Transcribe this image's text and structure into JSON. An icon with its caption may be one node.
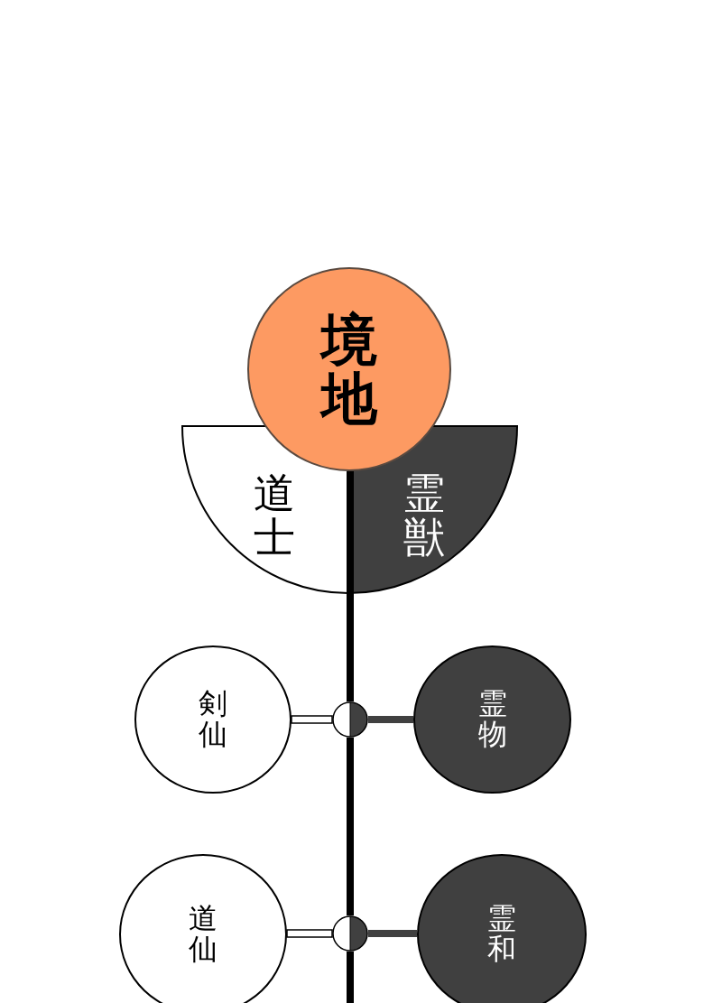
{
  "diagram": {
    "nodes": [
      {
        "text": [
          "境地"
        ]
      },
      {
        "text": [
          "道士"
        ]
      },
      {
        "text": [
          "霊獣"
        ]
      },
      {
        "text": [
          "剣仙"
        ]
      },
      {
        "text": [],
        "shape": "circle"
      },
      {
        "text": [
          "霊物"
        ]
      },
      {
        "text": [
          "道仙"
        ]
      },
      {
        "text": [],
        "shape": "circle"
      },
      {
        "text": [
          "霊和"
        ]
      }
    ],
    "edges": [
      {
        "from": 0,
        "to": 4,
        "arrow": "none"
      },
      {
        "from": 4,
        "to": 7,
        "arrow": "none"
      },
      {
        "from": 7,
        "to": null,
        "arrow": "none"
      },
      {
        "from": 4,
        "to": 3,
        "arrow": "none",
        "color": "#ffffff"
      },
      {
        "from": 4,
        "to": 5,
        "arrow": "none",
        "color": "#404040"
      },
      {
        "from": 7,
        "to": 6,
        "arrow": "none",
        "color": "#ffffff"
      },
      {
        "from": 7,
        "to": 8,
        "arrow": "none",
        "color": "#404040"
      }
    ]
  }
}
